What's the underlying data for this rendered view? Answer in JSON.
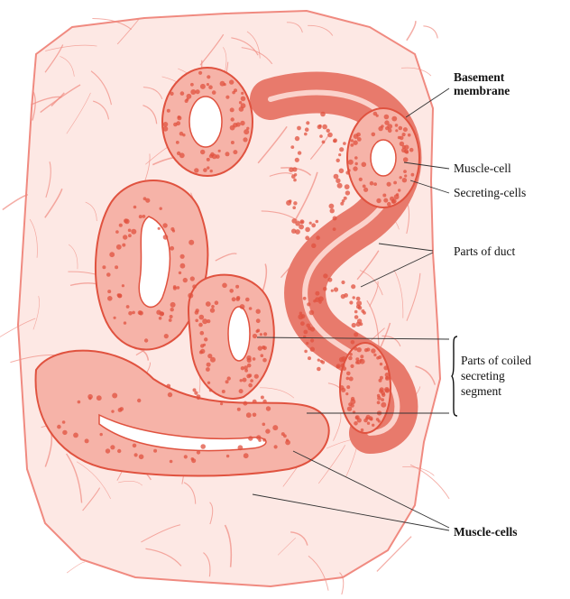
{
  "figure": {
    "background": "#ffffff",
    "tissue_color": "#f08a80",
    "cell_color": "#e0523f",
    "labels": {
      "basement_membrane": [
        "Basement",
        "membrane"
      ],
      "muscle_cell": "Muscle-cell",
      "secreting_cells": "Secreting-cells",
      "parts_of_duct": "Parts of duct",
      "parts_of_coiled_segment": [
        "Parts of coiled",
        "secreting",
        "segment"
      ],
      "muscle_cells": "Muscle-cells"
    }
  }
}
